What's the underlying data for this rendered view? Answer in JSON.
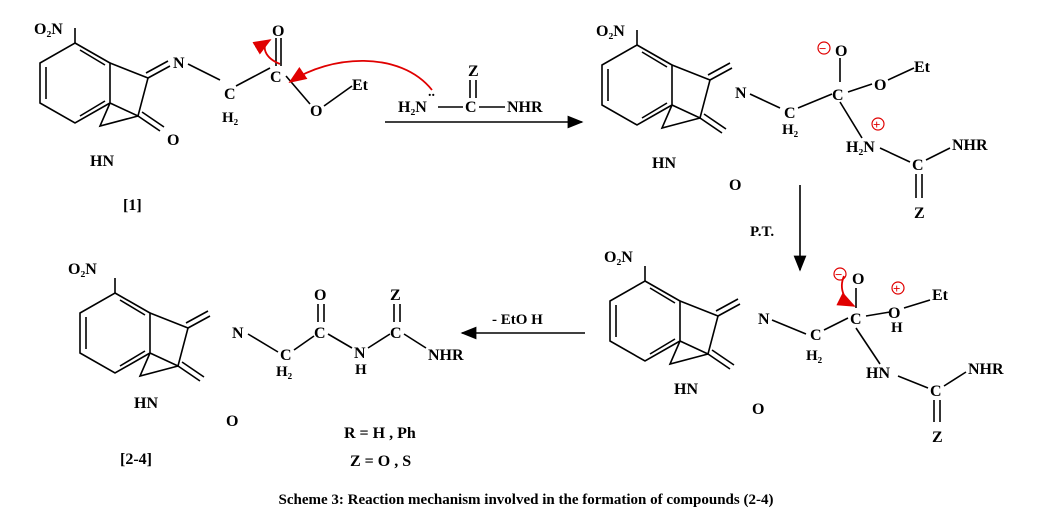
{
  "colors": {
    "arrow": "#e00000",
    "text": "#000000",
    "background": "#ffffff"
  },
  "labels": {
    "nitro": "O₂N",
    "nh": "HN",
    "o": "O",
    "n": "N",
    "c": "C",
    "ch2": "H₂",
    "ch2c": "C",
    "et": "Et",
    "z": "Z",
    "nhr": "NHR",
    "h2n": "H₂N",
    "h": "H",
    "minus": "−",
    "plus": "+"
  },
  "compound_1": {
    "label": "[1]"
  },
  "compound_2_4": {
    "label": "[2-4]"
  },
  "reagent": {
    "left": "H₂N",
    "middle": "C",
    "right": "NHR",
    "top": "Z"
  },
  "steps": {
    "proton_transfer": "P.T.",
    "elimination": "- EtO H"
  },
  "substituents": {
    "r": "R = H , Ph",
    "z": "Z = O , S"
  },
  "caption": "Scheme 3: Reaction mechanism involved in the formation of compounds (2-4)"
}
